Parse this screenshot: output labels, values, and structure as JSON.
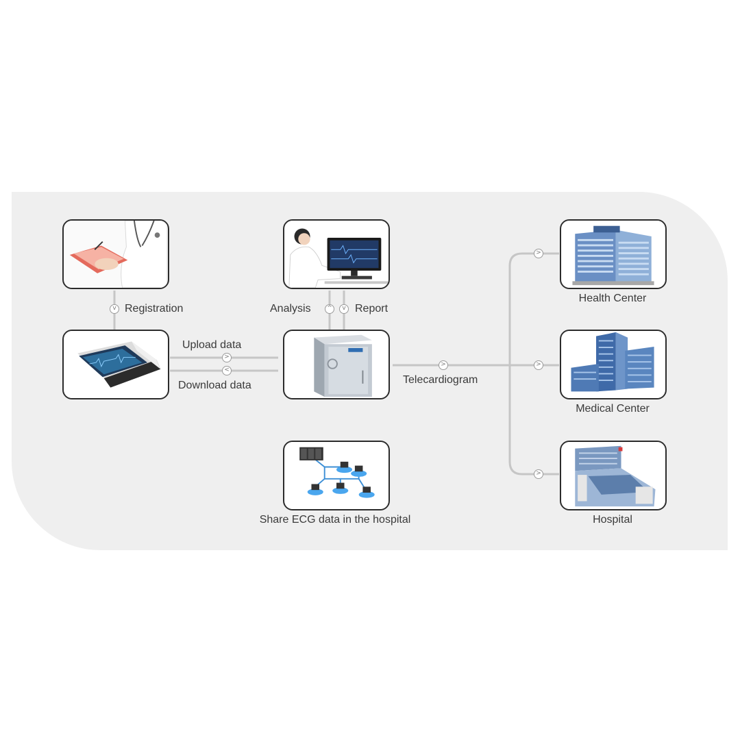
{
  "labels": {
    "registration": "Registration",
    "analysis": "Analysis",
    "report": "Report",
    "upload": "Upload data",
    "download": "Download data",
    "telecardiogram": "Telecardiogram",
    "health_center": "Health Center",
    "medical_center": "Medical Center",
    "hospital": "Hospital",
    "share": "Share ECG data in the hospital"
  },
  "colors": {
    "panel": "#efefef",
    "card_border": "#2b2b2b",
    "connector": "#c4c4c4",
    "text": "#3a3a3a"
  },
  "icons": {
    "down": "v",
    "up": "^",
    "right": ">",
    "left": "<"
  }
}
